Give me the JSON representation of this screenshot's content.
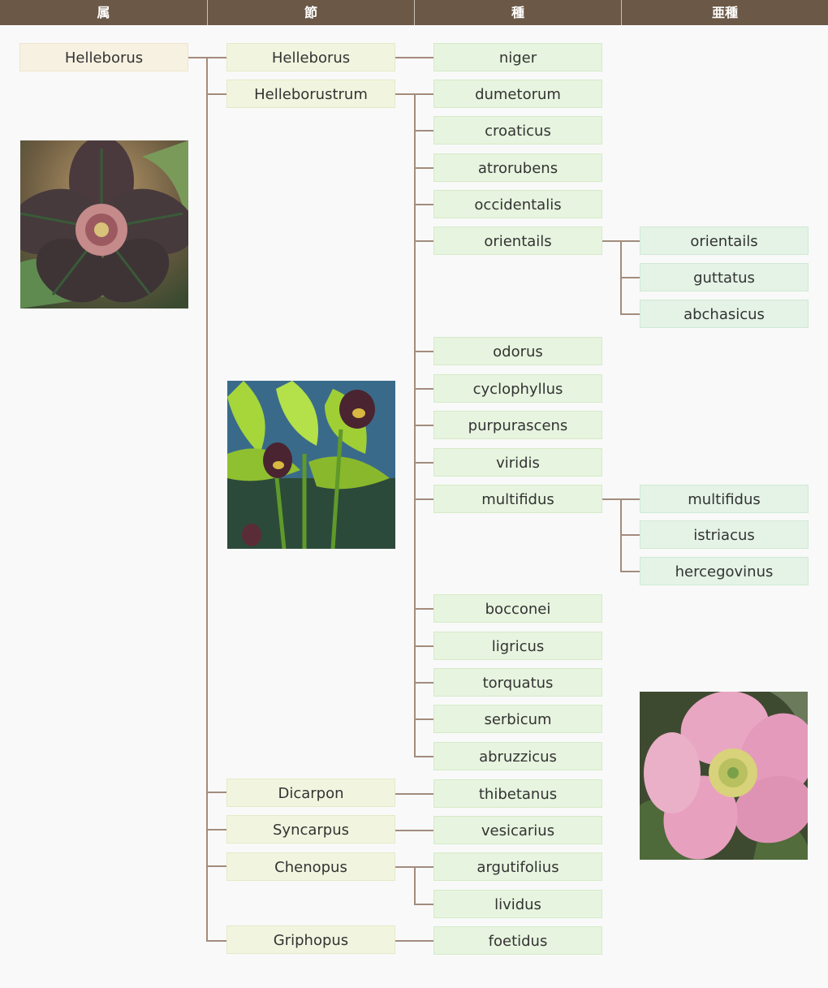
{
  "header": [
    "属",
    "節",
    "種",
    "亜種"
  ],
  "genus": "Helleborus",
  "sections": [
    {
      "name": "Helleborus",
      "species": [
        {
          "name": "niger"
        }
      ]
    },
    {
      "name": "Helleborustrum",
      "species": [
        {
          "name": "dumetorum"
        },
        {
          "name": "croaticus"
        },
        {
          "name": "atrorubens"
        },
        {
          "name": "occidentalis"
        },
        {
          "name": "orientails",
          "subspecies": [
            "orientails",
            "guttatus",
            "abchasicus"
          ]
        },
        {
          "name": "odorus"
        },
        {
          "name": "cyclophyllus"
        },
        {
          "name": "purpurascens"
        },
        {
          "name": "viridis"
        },
        {
          "name": "multifidus",
          "subspecies": [
            "multifidus",
            "istriacus",
            "hercegovinus"
          ]
        },
        {
          "name": "bocconei"
        },
        {
          "name": "ligricus"
        },
        {
          "name": "torquatus"
        },
        {
          "name": "serbicum"
        },
        {
          "name": "abruzzicus"
        }
      ]
    },
    {
      "name": "Dicarpon",
      "species": [
        {
          "name": "thibetanus"
        }
      ]
    },
    {
      "name": "Syncarpus",
      "species": [
        {
          "name": "vesicarius"
        }
      ]
    },
    {
      "name": "Chenopus",
      "species": [
        {
          "name": "argutifolius"
        },
        {
          "name": "lividus"
        }
      ]
    },
    {
      "name": "Griphopus",
      "species": [
        {
          "name": "foetidus"
        }
      ]
    }
  ],
  "photos": [
    {
      "subject": "dark purple-green hellebore flower",
      "colors": {
        "petal": "#4a3a3e",
        "vein": "#2e4a30",
        "center": "#c58a8a",
        "bg": "#6a7a5a"
      }
    },
    {
      "subject": "green foliage with dark purple bell flowers",
      "colors": {
        "leaf": "#9fcf35",
        "flower": "#4a2430",
        "bg": "#3a6a8a"
      }
    },
    {
      "subject": "pink hellebore flower",
      "colors": {
        "petal": "#e9a6c2",
        "center": "#d8d27a",
        "bg": "#3e4a30"
      }
    }
  ]
}
